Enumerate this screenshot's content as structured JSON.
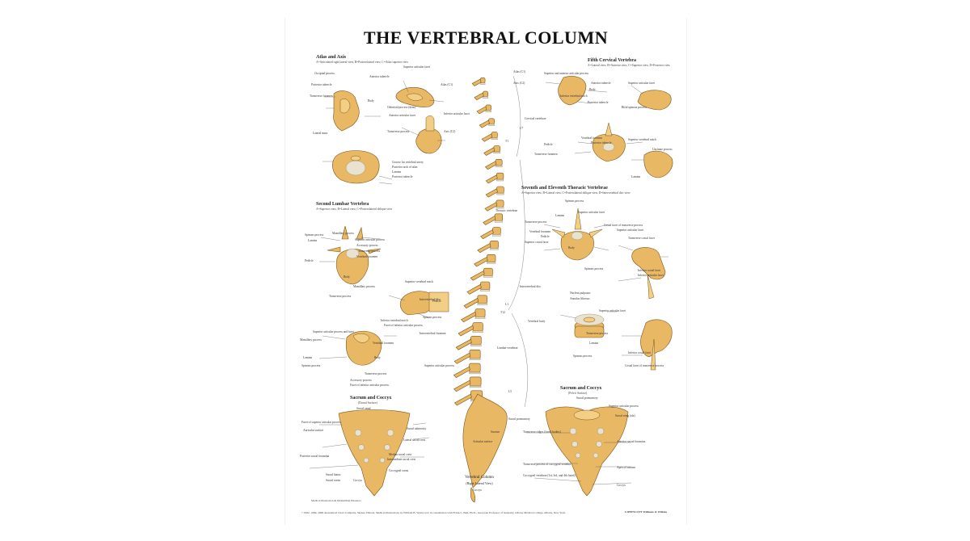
{
  "title": "THE VERTEBRAL COLUMN",
  "sections": {
    "atlas_axis": {
      "heading": "Atlas and Axis",
      "subtitle": "A=Articulated right lateral view, B=Posterolateral view, C=Atlas superior view",
      "labels": [
        "Occipital process",
        "Anterior tubercle",
        "Posterior tubercle",
        "Transverse foramen",
        "Body",
        "Superior articular facet",
        "Atlas (C1)",
        "Odontoid process (dens)",
        "Anterior articular facet",
        "Inferior articular facet",
        "Axis (C2)",
        "Transverse process",
        "Lateral mass",
        "Groove for vertebral artery",
        "Posterior arch of atlas",
        "Lamina",
        "Posterior tubercle"
      ]
    },
    "fifth_cervical": {
      "heading": "Fifth Cervical Vertebra",
      "subtitle": "A=Lateral view, B=Anterior view, C=Superior view, D=Posterior view",
      "labels": [
        "Superior and anterior articular process",
        "Anterior tubercle",
        "Superior articular facet",
        "Body",
        "Inferior vertebral notch",
        "Posterior tubercle",
        "Bifid spinous process",
        "Vertebral foramen",
        "Pedicle",
        "Posterior tubercle",
        "Transverse foramen",
        "Lamina",
        "Superior vertebral notch",
        "Uncinate process"
      ]
    },
    "second_lumbar": {
      "heading": "Second Lumbar Vertebra",
      "subtitle": "A=Superior view, B=Lateral view, C=Posterolateral oblique view",
      "labels": [
        "Spinous process",
        "Mamillary process",
        "Lamina",
        "Superior articular process",
        "Accessory process",
        "Pedicle",
        "Transverse process",
        "Vertebral foramen",
        "Body",
        "Mamillary process",
        "Superior vertebral notch",
        "Transverse process",
        "Inferior vertebral notch",
        "Pedicle",
        "Facet of inferior articular process",
        "Superior articular process and facet",
        "Mamillary process",
        "Vertebral foramen",
        "Lamina",
        "Body",
        "Spinous process",
        "Transverse process",
        "Accessory process",
        "Facet of inferior articular process"
      ]
    },
    "thoracic": {
      "heading": "Seventh and Eleventh Thoracic Vertebrae",
      "subtitle": "A=Superior view, B=Lateral view, C=Posterolateral oblique view, D=Intervertebral disc view",
      "labels": [
        "Spinous process",
        "Lamina",
        "Superior articular facet",
        "Transverse process",
        "Costal facet of transverse process",
        "Vertebral foramen",
        "Pedicle",
        "Superior costal facet",
        "Body",
        "Superior articular facet",
        "Transverse costal facet",
        "Spinous process",
        "Inferior costal facet",
        "Inferior articular facet",
        "Intervertebral disc",
        "Nucleus pulposus",
        "Annulus fibrosus",
        "Vertebral body",
        "Superior articular facet",
        "Lamina",
        "Transverse process",
        "Spinous process",
        "Inferior costal facet",
        "Costal facet of transverse process"
      ]
    },
    "sacrum_dorsal": {
      "heading": "Sacrum and Coccyx",
      "subtitle": "(Dorsal Surface)",
      "labels": [
        "Sacral canal",
        "Facet of superior articular process",
        "Auricular surface",
        "Posterior sacral foramina",
        "Median sacral crest",
        "Intermediate sacral crest",
        "Lateral sacral crest",
        "Sacral tuberosity",
        "Sacral hiatus",
        "Sacral cornu",
        "Coccygeal cornu",
        "Coccyx"
      ]
    },
    "sacrum_pelvic": {
      "heading": "Sacrum and Coccyx",
      "subtitle": "(Pelvic Surface)",
      "labels": [
        "Sacral promontory",
        "Superior articular process",
        "Sacral wing (ala)",
        "Transverse ridges (fused bodies)",
        "Anterior sacral foramina",
        "Apex of sacrum",
        "Transverse process of coccygeal vertebra",
        "Coccygeal vertebrae (1st, 3rd, and 4th fused)",
        "Coccyx"
      ]
    }
  },
  "spine": {
    "caption": "Vertebral Column",
    "caption_sub": "(Right Lateral View)",
    "region_labels": [
      "Atlas (C1)",
      "Axis (C2)",
      "C7",
      "Cervical vertebrae",
      "T1",
      "Thoracic vertebrae",
      "T12",
      "L1",
      "Lumbar vertebrae",
      "L5",
      "Sacrum",
      "Coccyx"
    ],
    "side_labels": [
      "Intervertebral disc",
      "Spinous process",
      "Intervertebral foramen",
      "Superior articular process",
      "Sacral promontory",
      "Articular surface"
    ]
  },
  "footer": {
    "copyright": "©1992, 1999, 2000 Anatomical Chart Company, Skokie, Illinois. Medical illustrations by William B. Westwood; in consultation with Frank L. Bell, Ph.D., Associate Professor of Anatomy, Albany Medical College, Albany, New York.",
    "credit": "Medical illustration & Maximilian Pikouras",
    "publisher": "LIPPINCOTT Williams & Wilkins"
  },
  "colors": {
    "bone": "#e8b864",
    "bone_outline": "#7a5418",
    "disc": "#e9e2cf",
    "title": "#111111"
  }
}
